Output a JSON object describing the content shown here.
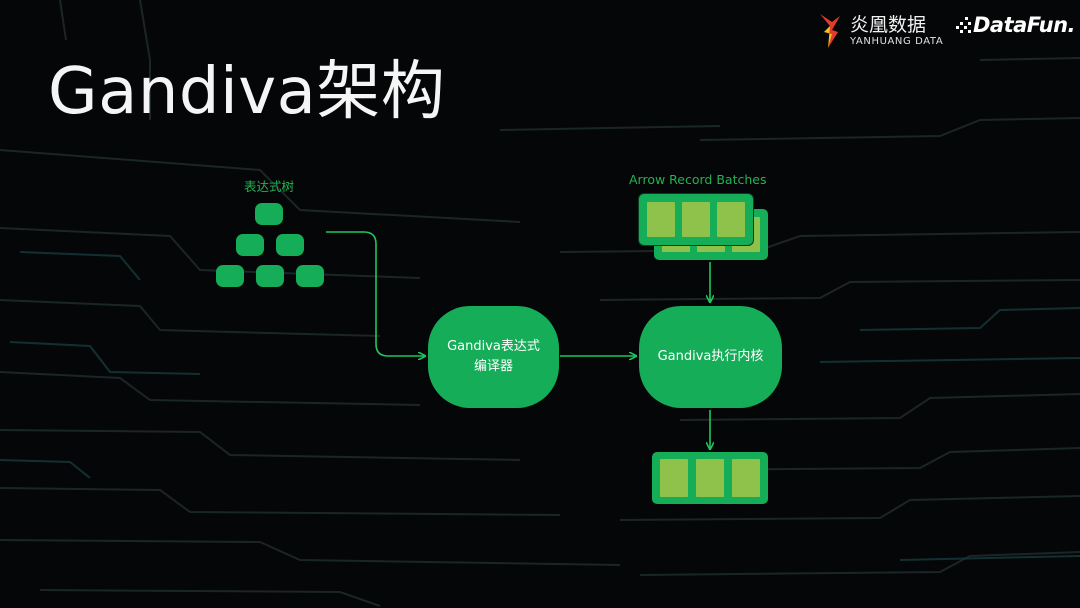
{
  "slide": {
    "title": "Gandiva架构"
  },
  "logos": {
    "yanhuang": {
      "name_cn": "炎凰数据",
      "name_en": "YANHUANG DATA"
    },
    "datafun": {
      "name": "DataFun."
    }
  },
  "diagram": {
    "expression_tree": {
      "label": "表达式树",
      "node_count": 6
    },
    "compiler": {
      "label": "Gandiva表达式编译器"
    },
    "kernel": {
      "label": "Gandiva执行内核"
    },
    "input": {
      "label": "Arrow Record Batches",
      "cells_per_batch": 3
    },
    "output": {
      "cells_per_batch": 3
    },
    "edges": [
      {
        "from": "expression_tree",
        "to": "compiler"
      },
      {
        "from": "compiler",
        "to": "kernel"
      },
      {
        "from": "input",
        "to": "kernel"
      },
      {
        "from": "kernel",
        "to": "output"
      }
    ]
  },
  "colors": {
    "background": "#050607",
    "node_green": "#15ad58",
    "cell_green": "#8fc24a",
    "arrow_green": "#1fc65e",
    "label_green": "#22b352",
    "title": "#f5f5f5",
    "logo_red": "#e53b2c",
    "logo_yellow": "#f4c21c"
  }
}
